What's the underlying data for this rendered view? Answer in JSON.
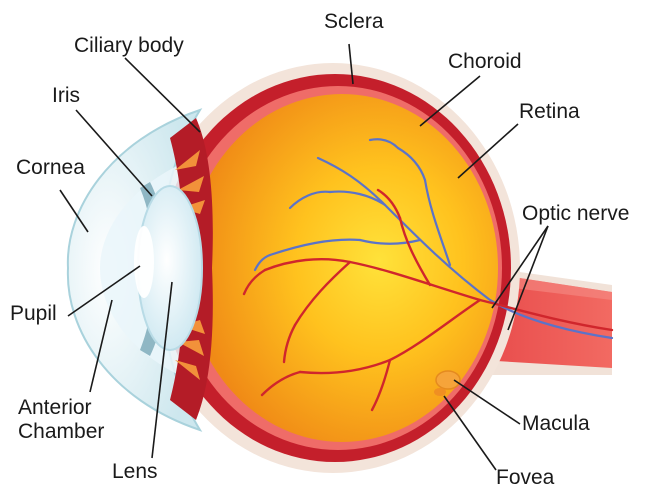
{
  "labels": {
    "sclera": "Sclera",
    "ciliary_body": "Ciliary body",
    "choroid": "Choroid",
    "iris": "Iris",
    "retina": "Retina",
    "cornea": "Cornea",
    "optic_nerve": "Optic nerve",
    "pupil": "Pupil",
    "anterior_chamber_line1": "Anterior",
    "anterior_chamber_line2": "Chamber",
    "macula": "Macula",
    "lens": "Lens",
    "fovea": "Fovea"
  },
  "colors": {
    "sclera": "#f4e6dc",
    "choroid": "#c4202b",
    "retina": "#f0706a",
    "vitreous_center": "#ffd21f",
    "vitreous_edge": "#f39a18",
    "cornea": "#cfe9ef",
    "lens": "#e8f6fb",
    "optic_nerve": "#ef5b57",
    "vein": "#5b73c9",
    "artery": "#d0262c",
    "leader_line": "#1a1a1a"
  }
}
